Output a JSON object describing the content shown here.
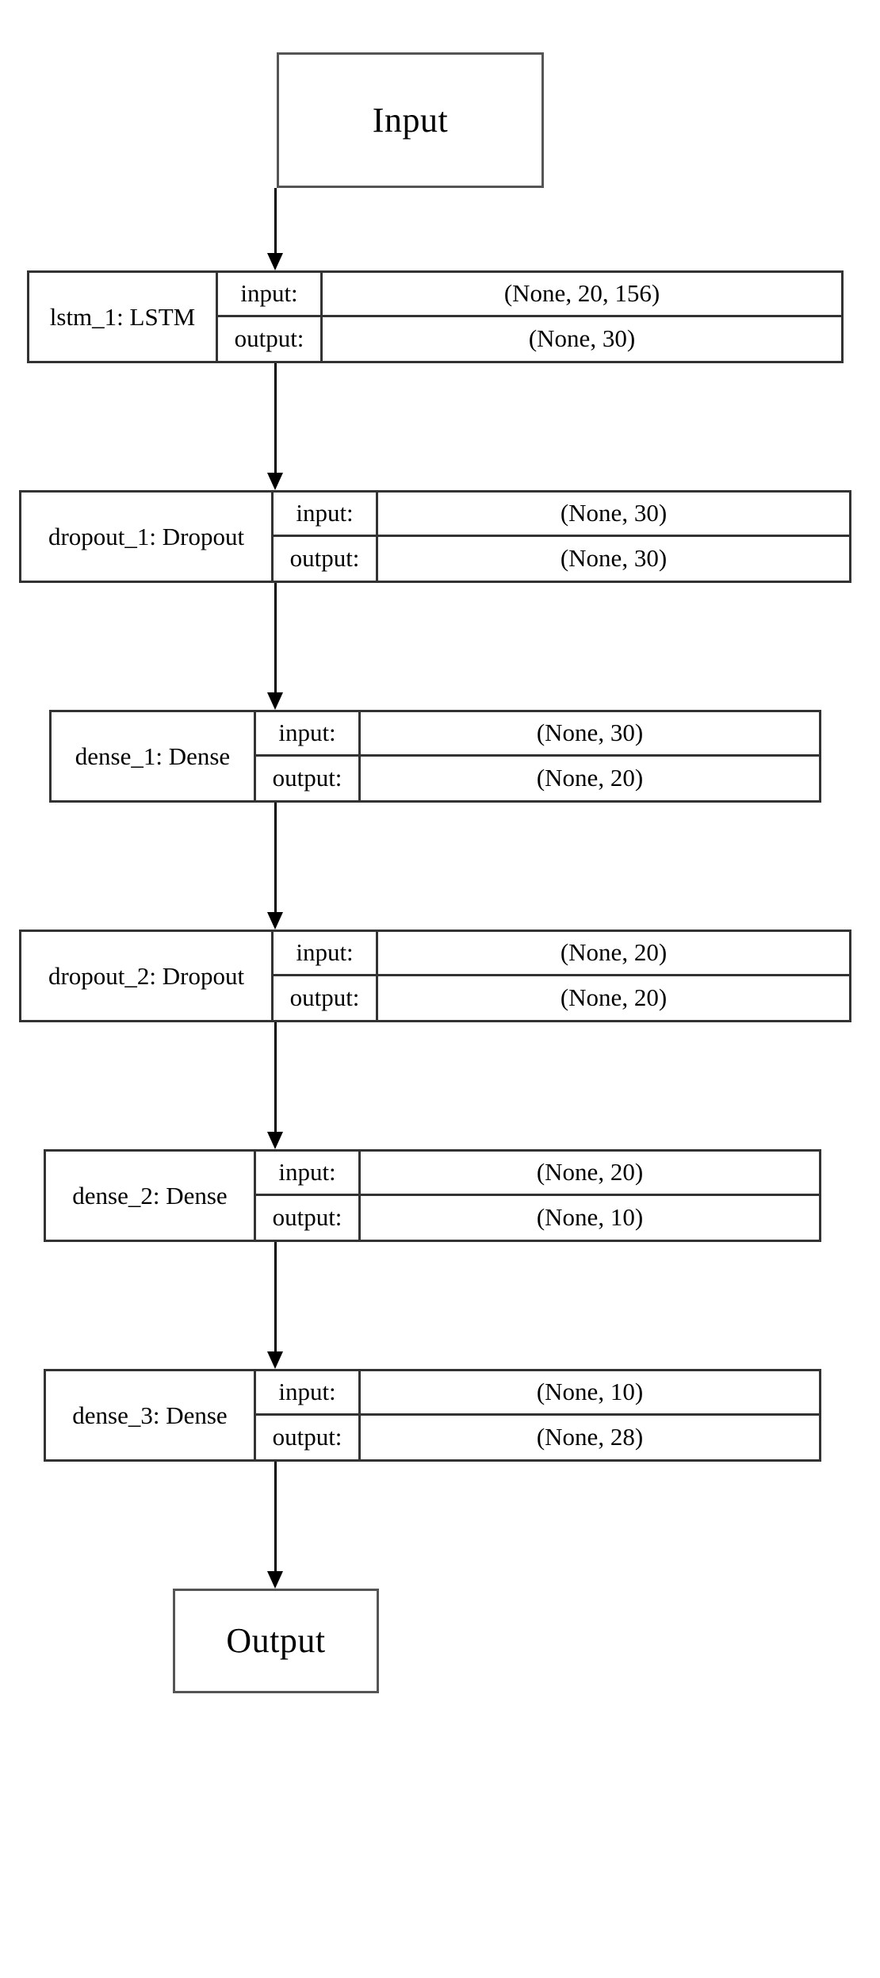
{
  "diagram": {
    "type": "neural-network-layer-graph",
    "orientation": "top-to-bottom",
    "background_color": "#ffffff",
    "border_color": "#333333",
    "text_color": "#000000",
    "arrow_color": "#000000"
  },
  "terminals": {
    "input": {
      "label": "Input"
    },
    "output": {
      "label": "Output"
    }
  },
  "io_keys": {
    "input": "input:",
    "output": "output:"
  },
  "layers": [
    {
      "name": "lstm_1: LSTM",
      "input_key": "input:",
      "input_shape": "(None, 20, 156)",
      "output_key": "output:",
      "output_shape": "(None, 30)"
    },
    {
      "name": "dropout_1: Dropout",
      "input_key": "input:",
      "input_shape": "(None, 30)",
      "output_key": "output:",
      "output_shape": "(None, 30)"
    },
    {
      "name": "dense_1: Dense",
      "input_key": "input:",
      "input_shape": "(None, 30)",
      "output_key": "output:",
      "output_shape": "(None, 20)"
    },
    {
      "name": "dropout_2: Dropout",
      "input_key": "input:",
      "input_shape": "(None, 20)",
      "output_key": "output:",
      "output_shape": "(None, 20)"
    },
    {
      "name": "dense_2: Dense",
      "input_key": "input:",
      "input_shape": "(None, 20)",
      "output_key": "output:",
      "output_shape": "(None, 10)"
    },
    {
      "name": "dense_3: Dense",
      "input_key": "input:",
      "input_shape": "(None, 10)",
      "output_key": "output:",
      "output_shape": "(None, 28)"
    }
  ],
  "edges": [
    {
      "from": "Input",
      "to": "lstm_1: LSTM"
    },
    {
      "from": "lstm_1: LSTM",
      "to": "dropout_1: Dropout"
    },
    {
      "from": "dropout_1: Dropout",
      "to": "dense_1: Dense"
    },
    {
      "from": "dense_1: Dense",
      "to": "dropout_2: Dropout"
    },
    {
      "from": "dropout_2: Dropout",
      "to": "dense_2: Dense"
    },
    {
      "from": "dense_2: Dense",
      "to": "dense_3: Dense"
    },
    {
      "from": "dense_3: Dense",
      "to": "Output"
    }
  ]
}
